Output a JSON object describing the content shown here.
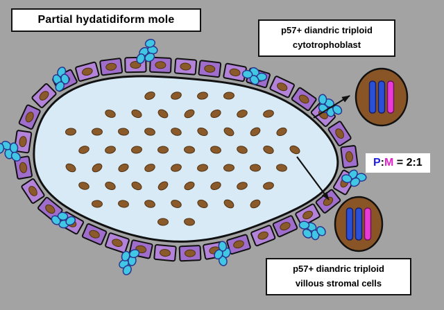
{
  "title": {
    "text": "Partial hydatidiform mole"
  },
  "labels": {
    "top_box": {
      "line1": "p57+ diandric triploid",
      "line2": "cytotrophoblast"
    },
    "bottom_box": {
      "line1": "p57+ diandric triploid",
      "line2": "villous stromal cells"
    }
  },
  "ratio": {
    "p": "P",
    "colon": ":",
    "m": "M",
    "rest": " = 2:1"
  },
  "colors": {
    "background": "#a3a3a3",
    "outline": "#111111",
    "villus_fill": "#d7eaf6",
    "cell_purple_a": "#b283d9",
    "cell_purple_b": "#9f6ecc",
    "nucleus_brown": "#8a5a2b",
    "nucleus_edge": "#4f3010",
    "syncytio_cyan": "#41c7e3",
    "syncytio_edge": "#28368f",
    "circle_brown": "#8a5526",
    "chromosome_blue": "#2b50d8",
    "chromosome_blue_edge": "#141f66",
    "chromosome_magenta": "#e83ad6",
    "chromosome_magenta_edge": "#70105e",
    "ratio_p_color": "#1c1ce0",
    "ratio_m_color": "#e020c8"
  }
}
